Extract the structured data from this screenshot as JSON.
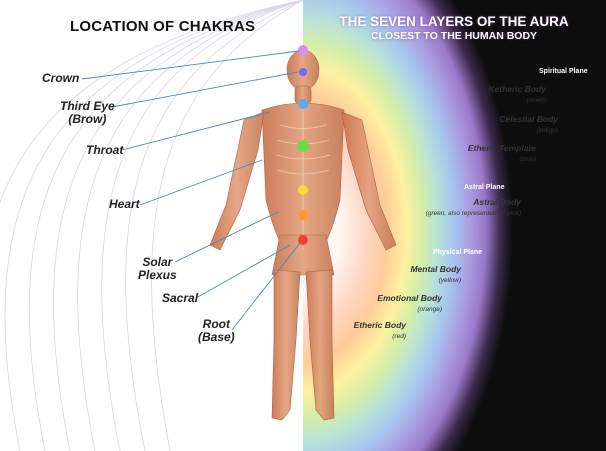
{
  "left_title": "LOCATION OF CHAKRAS",
  "right_title": {
    "line1": "THE SEVEN LAYERS OF THE AURA",
    "line2": "CLOSEST TO THE HUMAN BODY"
  },
  "chakras": {
    "crown": {
      "label": "Crown",
      "color": "#d98cff"
    },
    "third_eye": {
      "line1": "Third Eye",
      "line2": "(Brow)",
      "color": "#6b6bff"
    },
    "throat": {
      "label": "Throat",
      "color": "#5fa8ff"
    },
    "heart": {
      "label": "Heart",
      "color": "#6bdc4a"
    },
    "solar_plexus": {
      "line1": "Solar",
      "line2": "Plexus",
      "color": "#ffd93a"
    },
    "sacral": {
      "label": "Sacral",
      "color": "#ff9a2a"
    },
    "root": {
      "line1": "Root",
      "line2": "(Base)",
      "color": "#ff3b3b"
    }
  },
  "planes": {
    "spiritual": "Spiritual Plane",
    "astral": "Astral Plane",
    "physical": "Physical Plane"
  },
  "aura_layers": {
    "ketheric": {
      "name": "Ketheric Body",
      "note": "(violet)"
    },
    "celestial": {
      "name": "Celestial Body",
      "note": "(indigo)"
    },
    "etheric_template": {
      "name": "Etheric Template",
      "note": "(blue)"
    },
    "astral": {
      "name": "Astral Body",
      "note": "(green, also represented by pink)"
    },
    "mental": {
      "name": "Mental Body",
      "note": "(yellow)"
    },
    "emotional": {
      "name": "Emotional Body",
      "note": "(orange)"
    },
    "etheric": {
      "name": "Etheric Body",
      "note": "(red)"
    }
  }
}
